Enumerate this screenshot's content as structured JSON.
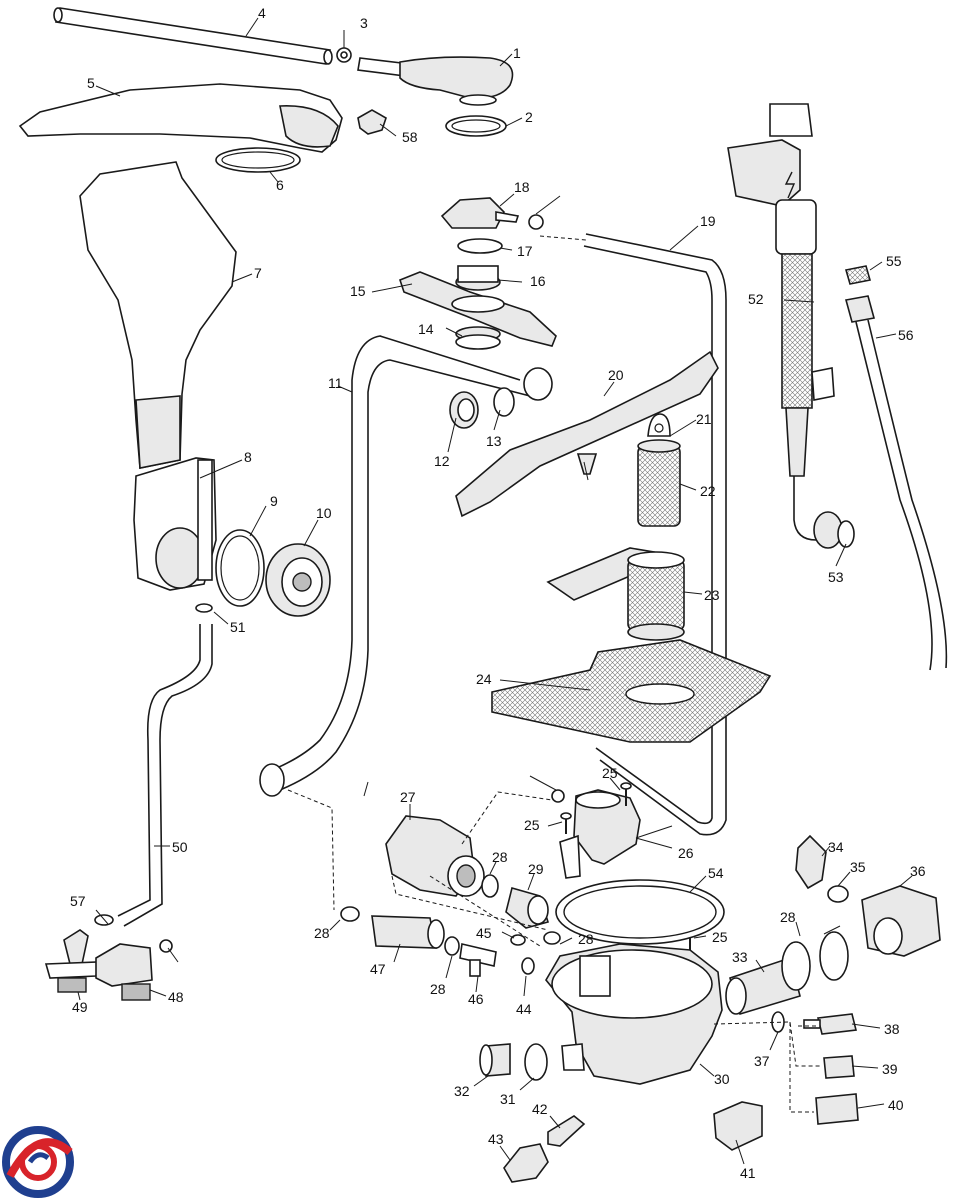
{
  "diagram": {
    "callouts": [
      "1",
      "2",
      "3",
      "4",
      "5",
      "6",
      "7",
      "8",
      "9",
      "10",
      "11",
      "12",
      "13",
      "14",
      "15",
      "16",
      "17",
      "18",
      "19",
      "20",
      "21",
      "22",
      "23",
      "24",
      "25",
      "26",
      "27",
      "28",
      "29",
      "30",
      "31",
      "32",
      "33",
      "34",
      "35",
      "36",
      "37",
      "38",
      "39",
      "40",
      "41",
      "42",
      "43",
      "44",
      "45",
      "46",
      "47",
      "48",
      "49",
      "50",
      "51",
      "52",
      "53",
      "54",
      "55",
      "56",
      "57",
      "58"
    ]
  },
  "logo": {
    "colors": [
      "#1f3f8f",
      "#d8232a"
    ]
  }
}
